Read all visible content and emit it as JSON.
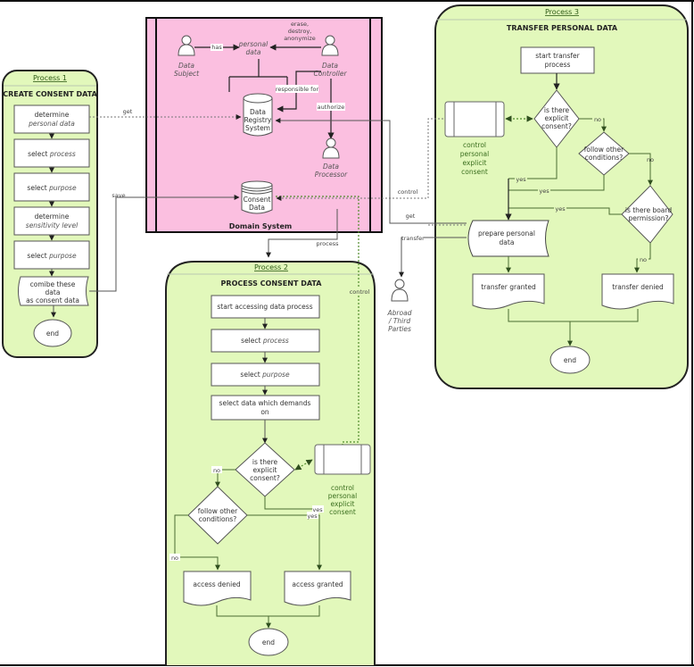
{
  "colors": {
    "domain_fill": "#fbbfe0",
    "process_fill": "#e2f8bb",
    "frame": "#111111"
  },
  "domain_system": {
    "title": "Domain System",
    "actors": {
      "data_subject": [
        "Data",
        "Subject"
      ],
      "data_controller": [
        "Data",
        "Controller"
      ],
      "data_processor": [
        "Data",
        "Processor"
      ]
    },
    "personal_data": [
      "personal",
      "data"
    ],
    "edges": {
      "has": "has",
      "erase": [
        "erase,",
        "destroy,",
        "anonymize"
      ],
      "responsible_for": "responsible for",
      "authorize": "authorize"
    },
    "data_registry": [
      "Data",
      "Registry",
      "System"
    ],
    "consent_data": [
      "Consent",
      "Data"
    ]
  },
  "process1": {
    "tag": "Process 1",
    "title": "CREATE CONSENT DATA",
    "steps": [
      {
        "pre": "determine",
        "em": "personal data",
        "layout": "two-line"
      },
      {
        "pre": "select ",
        "em": "process",
        "layout": "inline"
      },
      {
        "pre": "select ",
        "em": "purpose",
        "layout": "inline"
      },
      {
        "pre": "determine",
        "em": "sensitivity level",
        "layout": "two-line"
      },
      {
        "pre": "select ",
        "em": "purpose",
        "layout": "inline"
      }
    ],
    "combine": [
      "comibe these",
      "data",
      "as consent data"
    ],
    "end": "end",
    "get_label": "get",
    "save_label": "save"
  },
  "process2": {
    "tag": "Process 2",
    "title": "PROCESS CONSENT DATA",
    "steps": [
      {
        "pre": "start accessing data process",
        "em": ""
      },
      {
        "pre": "select ",
        "em": "process"
      },
      {
        "pre": "select ",
        "em": "purpose"
      },
      {
        "pre": "select data which demands",
        "em": "",
        "line2": "on"
      }
    ],
    "decision1": [
      "is there",
      "explicit",
      "consent?"
    ],
    "decision2": [
      "follow other",
      "conditions?"
    ],
    "control_box_label": [
      "control",
      "personal",
      "explicit",
      "consent"
    ],
    "denied": "access denied",
    "granted": "access granted",
    "end": "end",
    "labels": {
      "no": "no",
      "yes": "yes",
      "process": "process",
      "control": "control"
    }
  },
  "process3": {
    "tag": "Process 3",
    "title": "TRANSFER PERSONAL DATA",
    "start": [
      "start transfer",
      "process"
    ],
    "decision1": [
      "is there",
      "explicit",
      "consent?"
    ],
    "decision2": [
      "follow other",
      "conditions?"
    ],
    "decision3": [
      "is there board",
      "permission?"
    ],
    "control_box_label": [
      "control",
      "personal",
      "explicit",
      "consent"
    ],
    "prepare": [
      "prepare personal",
      "data"
    ],
    "granted": "transfer granted",
    "denied": "transfer denied",
    "end": "end",
    "labels": {
      "no": "no",
      "yes": "yes",
      "control": "control",
      "get": "get",
      "transfer": "transfer"
    }
  },
  "third_party": [
    "Abroad",
    "/ Third",
    "Parties"
  ]
}
